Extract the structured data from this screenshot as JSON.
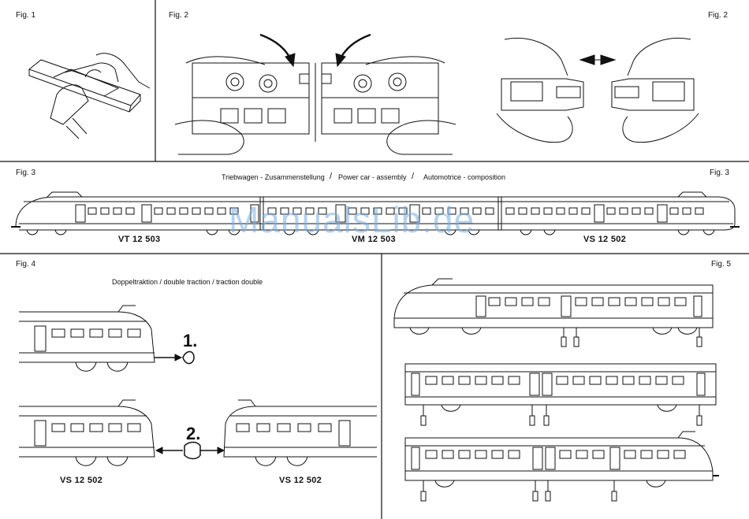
{
  "figures": {
    "fig1_label": "Fig. 1",
    "fig2_label_left": "Fig. 2",
    "fig2_label_right": "Fig. 2",
    "fig3_label_left": "Fig. 3",
    "fig3_label_right": "Fig. 3",
    "fig4_label": "Fig. 4",
    "fig5_label": "Fig. 5"
  },
  "fig3": {
    "caption_part1": "Triebwagen - Zusammenstellung",
    "caption_part2": "Power car - assembly",
    "caption_part3": "Automotrice - composition",
    "separator": "/",
    "car_labels": [
      "VT  12 503",
      "VM  12 503",
      "VS  12 502"
    ]
  },
  "fig4": {
    "caption": "Doppeltraktion / double traction / traction double",
    "step1": "1.",
    "step2": "2.",
    "car_labels": [
      "VS  12 502",
      "VS  12 502"
    ]
  },
  "watermark": "ManualsLib.de",
  "colors": {
    "ink": "#111111",
    "watermark": "#7aaee0",
    "background": "#ffffff"
  }
}
